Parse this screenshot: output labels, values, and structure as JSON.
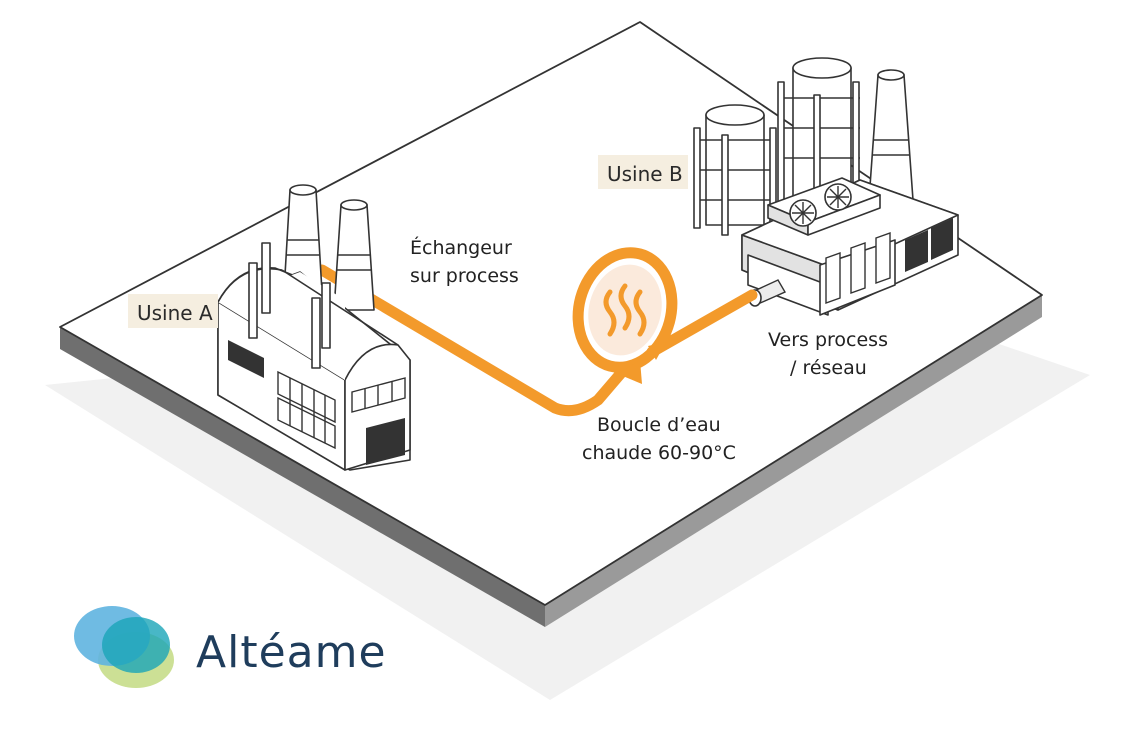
{
  "labels": {
    "usine_a": "Usine A",
    "usine_b": "Usine B",
    "echangeur_l1": "Échangeur",
    "echangeur_l2": "sur process",
    "boucle_l1": "Boucle d’eau",
    "boucle_l2": "chaude 60-90°C",
    "vers_l1": "Vers process",
    "vers_l2": "/ réseau"
  },
  "logo": {
    "name": "Altéame",
    "colors": [
      "#5fb4e0",
      "#1aa5b8",
      "#c6dd8a"
    ]
  },
  "colors": {
    "pipe": "#f39a2b",
    "tag_bg": "#f5eee0",
    "platform_top": "#ffffff",
    "platform_side": "#7f7f7f",
    "shadow": "#efefef"
  },
  "icons": [
    "heat-exchanger-icon",
    "fan-icon",
    "factory-icon"
  ]
}
